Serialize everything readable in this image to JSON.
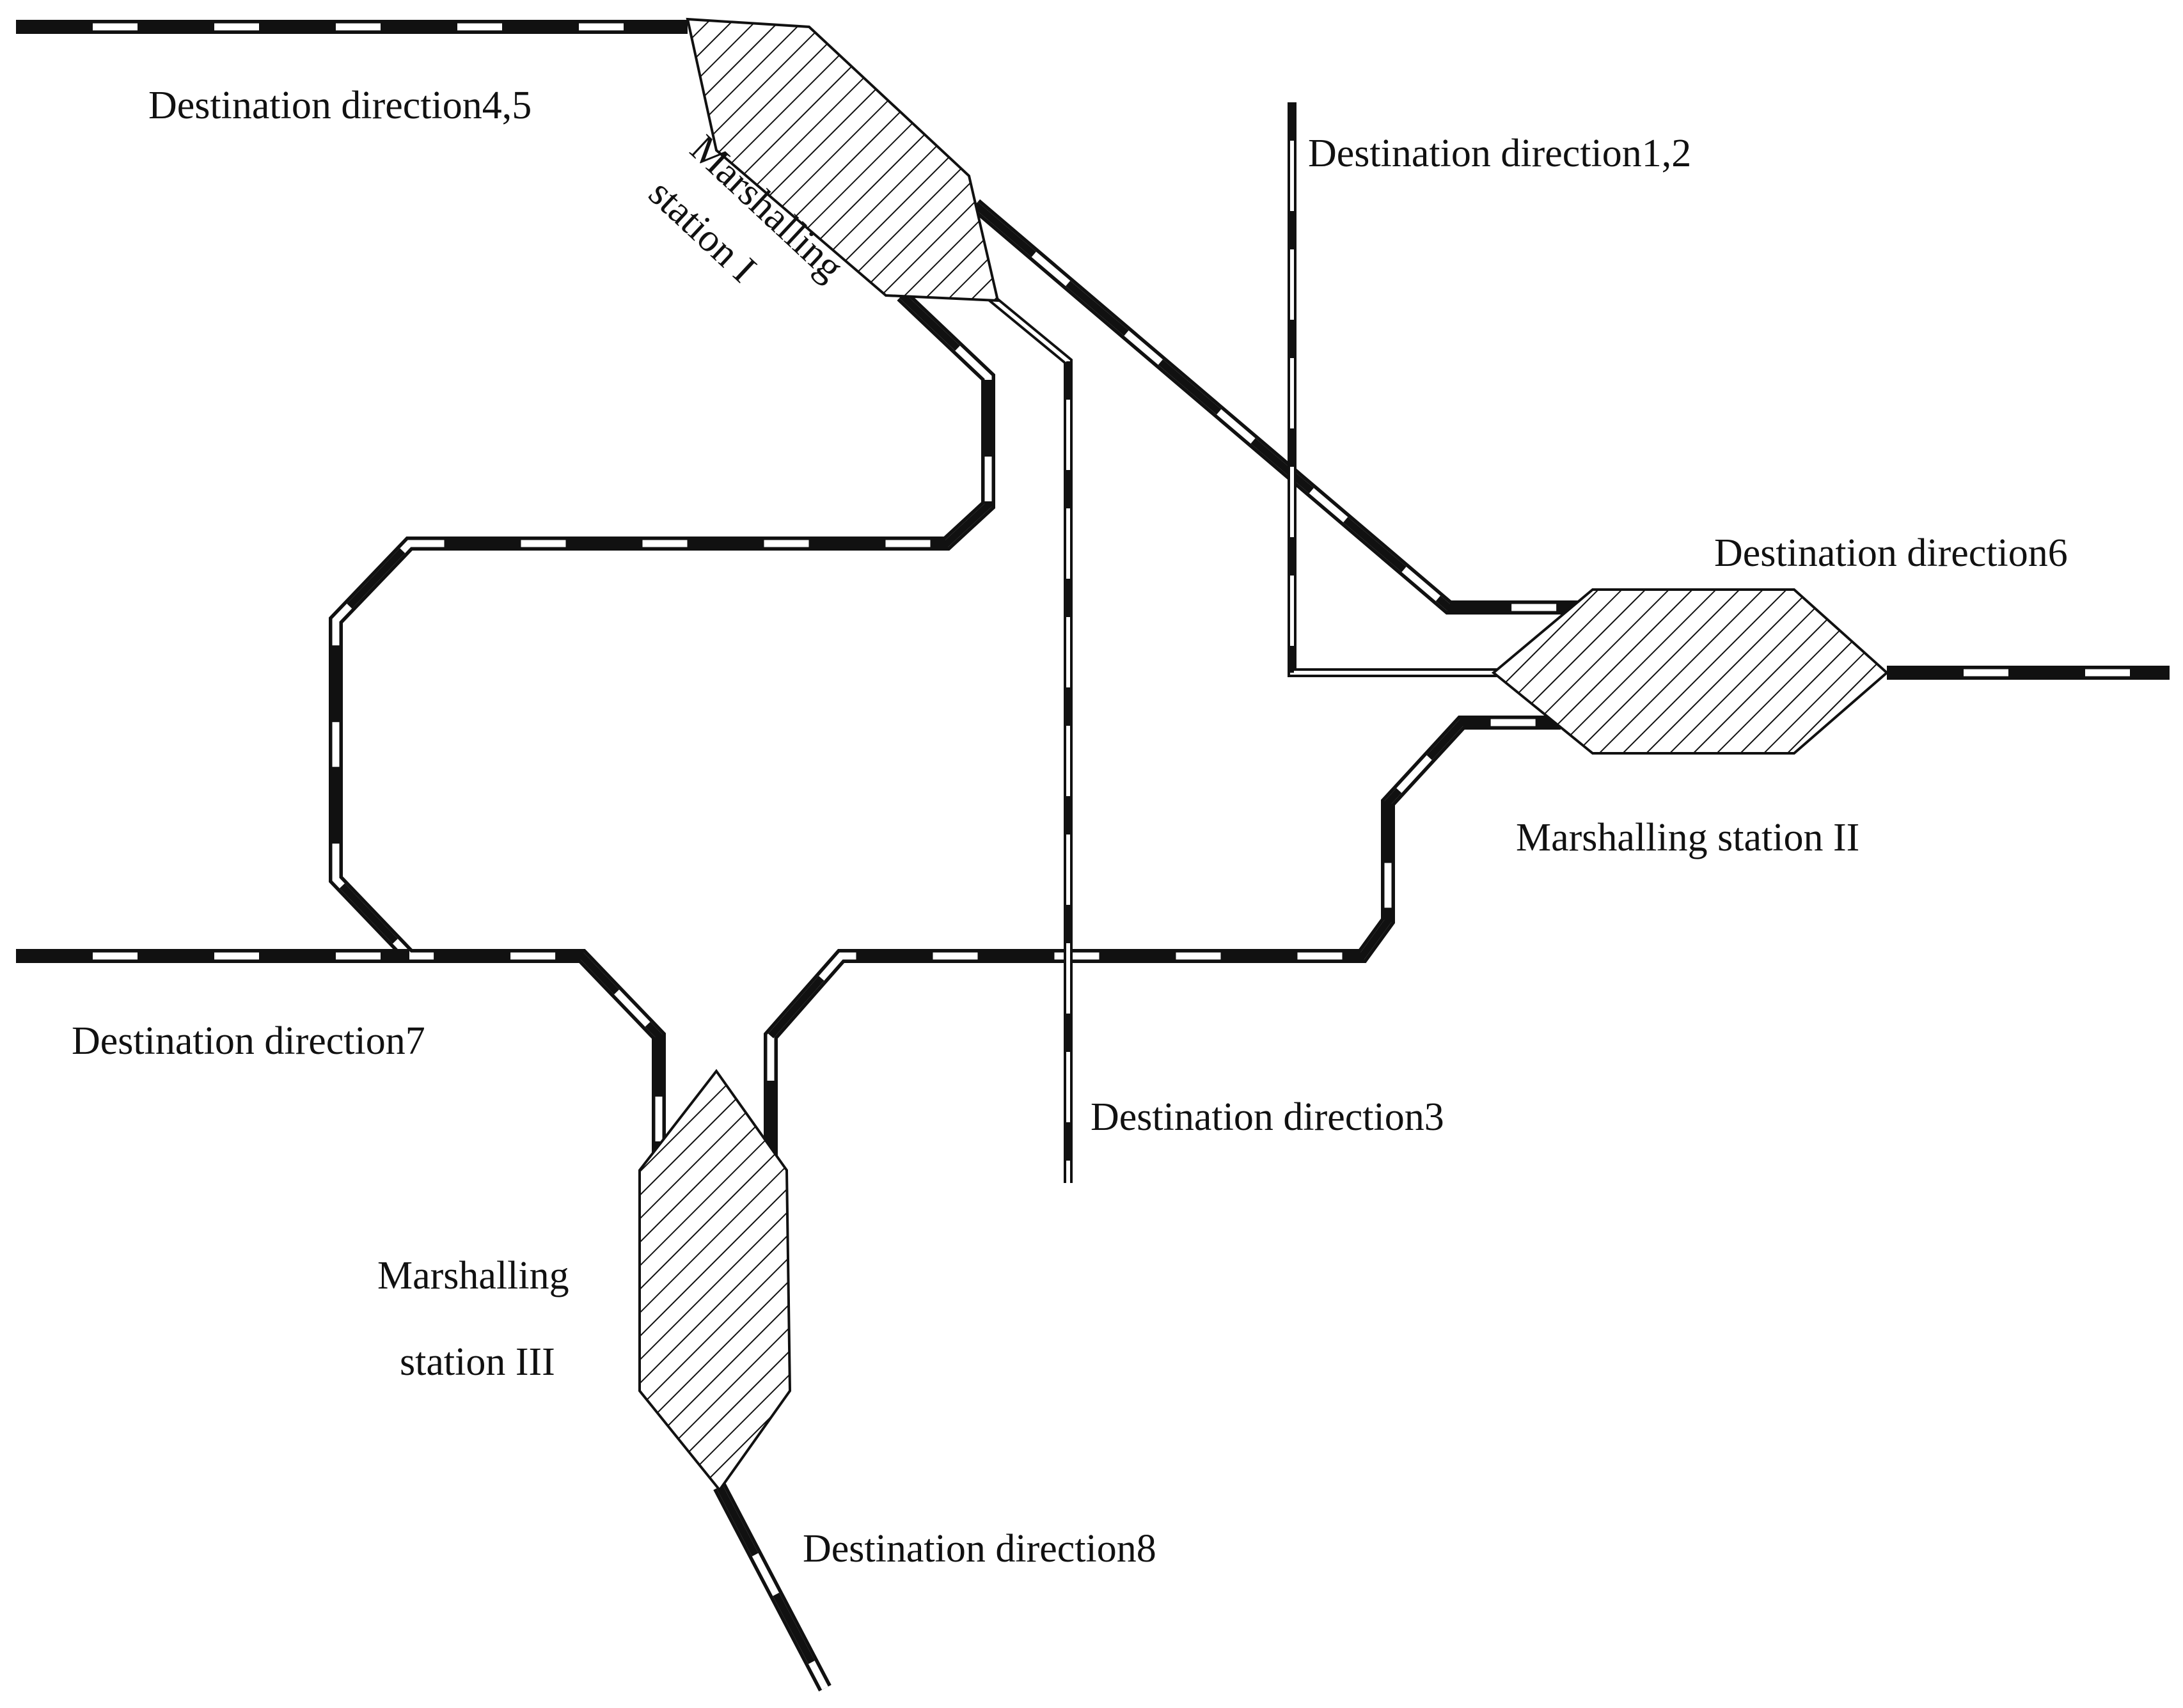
{
  "labels": {
    "dest_4_5": "Destination direction4,5",
    "dest_1_2": "Destination direction1,2",
    "dest_6": "Destination direction6",
    "dest_7": "Destination direction7",
    "dest_3": "Destination direction3",
    "dest_8": "Destination direction8",
    "station_1_line1": "Marshalling",
    "station_1_line2": "station I",
    "station_2": "Marshalling station II",
    "station_3_line1": "Marshalling",
    "station_3_line2": "station III"
  },
  "colors": {
    "ink": "#111111",
    "background": "#ffffff"
  }
}
